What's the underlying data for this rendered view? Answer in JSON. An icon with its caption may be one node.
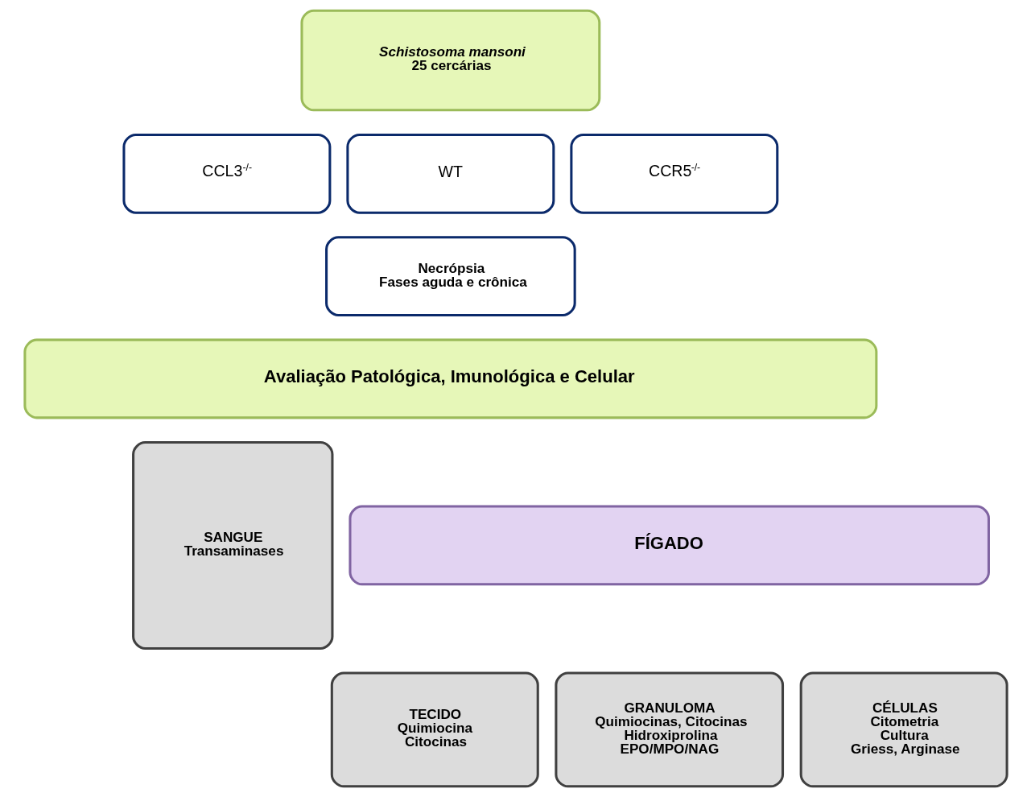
{
  "diagram": {
    "nodes": [
      {
        "text": [
          "Schistosoma mansoni",
          "25 cercárias"
        ]
      },
      {
        "text": [
          "CCL3$^{-/-}$"
        ]
      },
      {
        "text": [
          "WT"
        ]
      },
      {
        "text": [
          "CCR5$^{-/-}$"
        ]
      },
      {
        "text": [
          "Necrópsia",
          "Fases aguda e crônica"
        ]
      },
      {
        "text": [
          "Avaliação Patológica, Imunológica e Celular"
        ]
      },
      {
        "text": [
          "SANGUE",
          "Transaminases"
        ]
      },
      {
        "text": [
          "FÍGADO"
        ]
      },
      {
        "text": [
          "TECIDO",
          "Quimiocina",
          "Citocinas"
        ]
      },
      {
        "text": [
          "GRANULOMA",
          "Quimiocinas, Citocinas",
          "Hidroxiprolina",
          "EPO/MPO/NAG"
        ]
      },
      {
        "text": [
          "CÉLULAS",
          "Citometria",
          "Cultura",
          "Griess, Arginase"
        ]
      }
    ],
    "edges": []
  }
}
